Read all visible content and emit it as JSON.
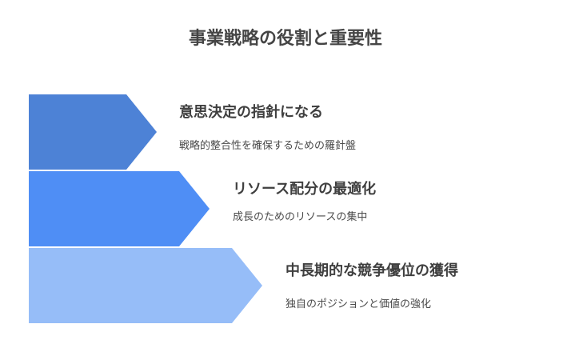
{
  "title": "事業戦略の役割と重要性",
  "items": [
    {
      "title": "意思決定の指針になる",
      "description": "戦略的整合性を確保するための羅針盤",
      "color": "#4d82d6"
    },
    {
      "title": "リソース配分の最適化",
      "description": "成長のためのリソースの集中",
      "color": "#4f8ef5"
    },
    {
      "title": "中長期的な競争優位の獲得",
      "description": "独自のポジションと価値の強化",
      "color": "#96bdf8"
    }
  ]
}
